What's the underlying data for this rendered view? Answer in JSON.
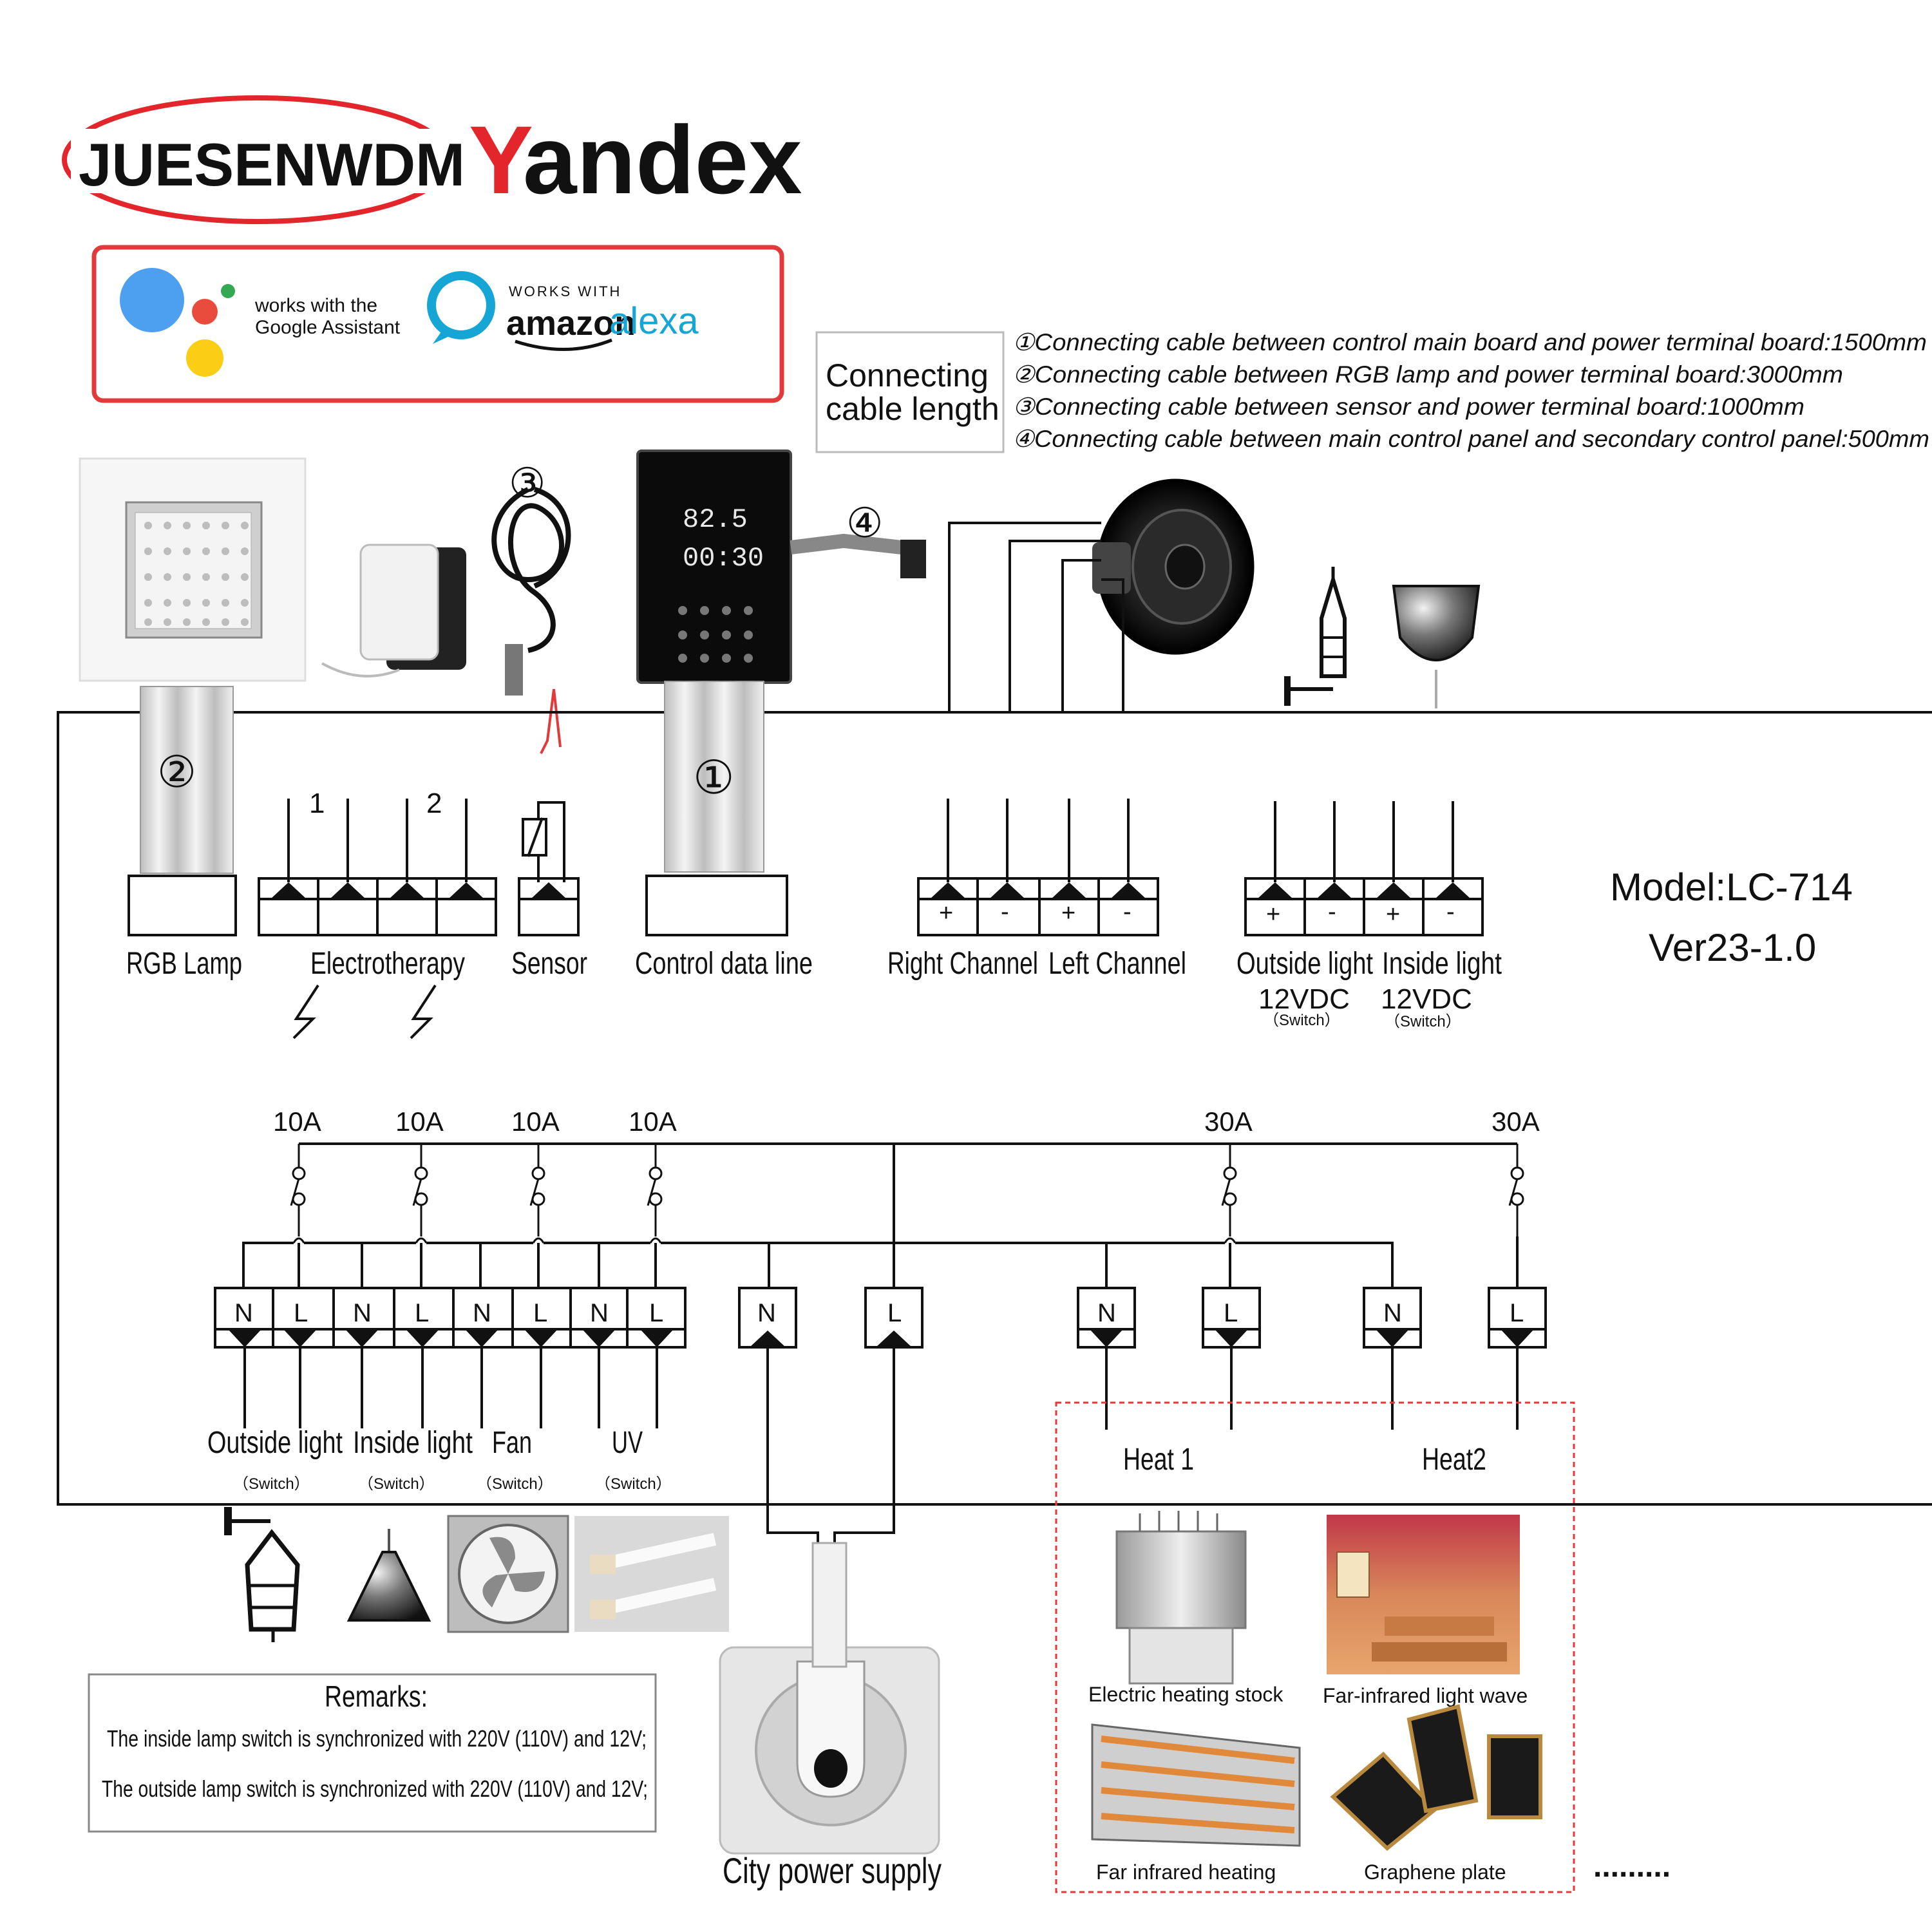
{
  "brand": {
    "juesen": "JUESENWDM",
    "yandex_y": "Y",
    "yandex_rest": "andex"
  },
  "assistants": {
    "google_line1": "works with the",
    "google_line2": "Google Assistant",
    "alexa_small": "WORKS WITH",
    "alexa_amazon": "amazon",
    "alexa_word": "alexa"
  },
  "cable_length": {
    "title_line1": "Connecting",
    "title_line2": "cable length",
    "items": [
      "①Connecting cable between control main board and power terminal board:1500mm",
      "②Connecting cable between RGB lamp and power terminal board:3000mm",
      "③Connecting cable between sensor and power terminal board:1000mm",
      "④Connecting cable between main control panel and secondary control panel:500mm"
    ]
  },
  "panel_display": {
    "temp": "82.5",
    "time": "00:30"
  },
  "markers": {
    "one": "①",
    "two": "②",
    "three": "③",
    "four": "④"
  },
  "top_terminals": {
    "rgb": "RGB Lamp",
    "electrotherapy": "Electrotherapy",
    "e1": "1",
    "e2": "2",
    "sensor": "Sensor",
    "control": "Control data line",
    "right": "Right Channel",
    "left": "Left Channel",
    "outside": "Outside light",
    "inside": "Inside light",
    "vdc": "12VDC",
    "switch": "（Switch）",
    "plus": "+",
    "minus": "-"
  },
  "model": {
    "line1": "Model:LC-714",
    "line2": "Ver23-1.0"
  },
  "relays": {
    "r10": "10A",
    "r30": "30A"
  },
  "bottom_terminals": {
    "n": "N",
    "l": "L",
    "outside": "Outside light",
    "inside": "Inside light",
    "fan": "Fan",
    "uv": "UV",
    "switch": "（Switch）",
    "heat1": "Heat 1",
    "heat2": "Heat2"
  },
  "heaters": {
    "stock": "Electric heating stock",
    "far_wave": "Far-infrared light wave",
    "far_heat": "Far infrared heating",
    "graphene": "Graphene plate",
    "more": "........."
  },
  "power": {
    "label": "City power supply"
  },
  "remarks": {
    "title": "Remarks:",
    "line1": "The inside lamp switch is synchronized with 220V (110V) and 12V;",
    "line2": "The outside lamp switch is synchronized with 220V (110V) and 12V;"
  },
  "colors": {
    "brand_red": "#e3262b",
    "power_label": "#d8232a",
    "frame_red": "#e23a3a"
  }
}
